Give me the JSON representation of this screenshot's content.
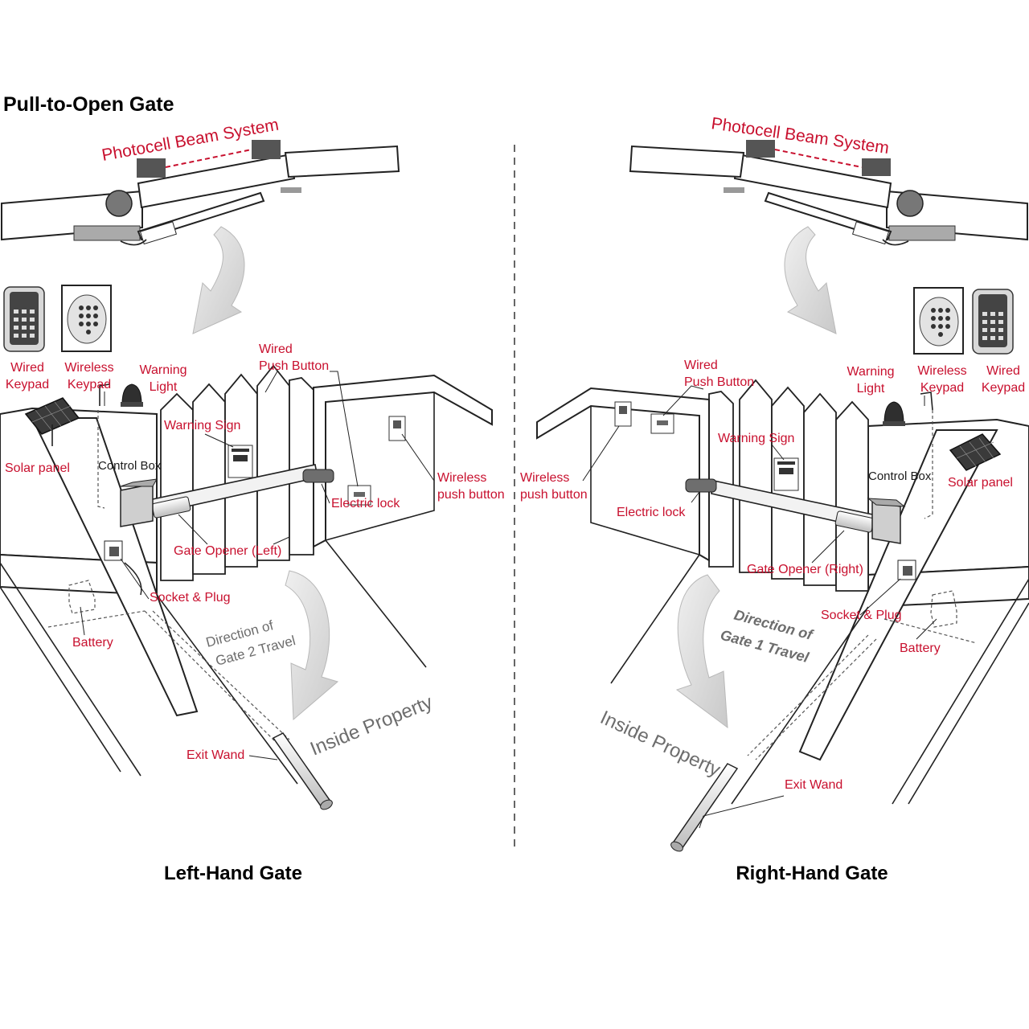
{
  "title": "Pull-to-Open Gate",
  "left": {
    "caption": "Left-Hand Gate",
    "photocell": "Photocell Beam System",
    "wired_keypad": [
      "Wired",
      "Keypad"
    ],
    "wireless_keypad": [
      "Wireless",
      "Keypad"
    ],
    "warning_light": [
      "Warning",
      "Light"
    ],
    "wired_push_button": [
      "Wired",
      "Push Button"
    ],
    "warning_sign": "Warning Sign",
    "solar_panel": "Solar panel",
    "control_box": "Control Box",
    "electric_lock": "Electric lock",
    "wireless_push_button": [
      "Wireless",
      "push button"
    ],
    "gate_opener": "Gate Opener (Left)",
    "socket_plug": "Socket & Plug",
    "battery": "Battery",
    "direction": [
      "Direction of",
      "Gate 2 Travel"
    ],
    "inside_property": "Inside Property",
    "exit_wand": "Exit Wand"
  },
  "right": {
    "caption": "Right-Hand Gate",
    "photocell": "Photocell Beam System",
    "wired_push_button": [
      "Wired",
      "Push Button"
    ],
    "warning_light": [
      "Warning",
      "Light"
    ],
    "wireless_keypad": [
      "Wireless",
      "Keypad"
    ],
    "wired_keypad": [
      "Wired",
      "Keypad"
    ],
    "wireless_push_button": [
      "Wireless",
      "push button"
    ],
    "warning_sign": "Warning Sign",
    "control_box": "Control Box",
    "solar_panel": "Solar panel",
    "electric_lock": "Electric lock",
    "gate_opener": "Gate Opener (Right)",
    "socket_plug": "Socket & Plug",
    "battery": "Battery",
    "direction": [
      "Direction of",
      "Gate 1 Travel"
    ],
    "inside_property": "Inside Property",
    "exit_wand": "Exit Wand"
  },
  "colors": {
    "label": "#c8102e",
    "arrow": "#dadada",
    "text": "#000000"
  }
}
